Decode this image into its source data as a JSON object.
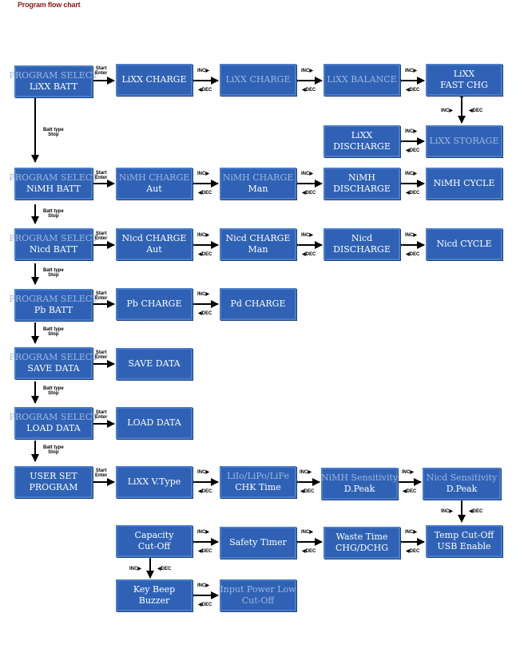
{
  "title": "Program flow chart",
  "labels": {
    "start": "Start",
    "enter": "Enter",
    "inc": "INC▶",
    "dec": "◀DEC",
    "batt_type": "Batt type",
    "stop": "Stop"
  },
  "boxes": {
    "lixx_select": {
      "l1": "PROGRAM SELECT",
      "l2": "LiXX BATT"
    },
    "lixx_charge": {
      "l1": "LiXX CHARGE"
    },
    "lixx_charge2": {
      "l1": "LiXX CHARGE"
    },
    "lixx_balance": {
      "l1": "LiXX BALANCE"
    },
    "lixx_fast": {
      "l1": "LiXX",
      "l2": "FAST CHG"
    },
    "lixx_discharge": {
      "l1": "LiXX",
      "l2": "DISCHARGE"
    },
    "lixx_storage": {
      "l1": "LiXX STORAGE"
    },
    "nimh_select": {
      "l1": "PROGRAM SELECT",
      "l2": "NiMH BATT"
    },
    "nimh_charge_aut": {
      "l1": "NiMH CHARGE",
      "l2": "Aut"
    },
    "nimh_charge_man": {
      "l1": "NiMH CHARGE",
      "l2": "Man"
    },
    "nimh_discharge": {
      "l1": "NiMH",
      "l2": "DISCHARGE"
    },
    "nimh_cycle": {
      "l1": "NiMH CYCLE"
    },
    "nicd_select": {
      "l1": "PROGRAM SELECT",
      "l2": "Nicd BATT"
    },
    "nicd_charge_aut": {
      "l1": "Nicd CHARGE",
      "l2": "Aut"
    },
    "nicd_charge_man": {
      "l1": "Nicd CHARGE",
      "l2": "Man"
    },
    "nicd_discharge": {
      "l1": "Nicd",
      "l2": "DISCHARGE"
    },
    "nicd_cycle": {
      "l1": "Nicd CYCLE"
    },
    "pb_select": {
      "l1": "PROGRAM SELECT",
      "l2": "Pb BATT"
    },
    "pb_charge": {
      "l1": "Pb CHARGE"
    },
    "pd_charge": {
      "l1": "Pd CHARGE"
    },
    "save_select": {
      "l1": "PROGRAM SELECT",
      "l2": "SAVE DATA"
    },
    "save_data": {
      "l1": "SAVE DATA"
    },
    "load_select": {
      "l1": "PROGRAM SELECT",
      "l2": "LOAD DATA"
    },
    "load_data": {
      "l1": "LOAD DATA"
    },
    "user_set": {
      "l1": "USER SET",
      "l2": "PROGRAM"
    },
    "lixx_vtype": {
      "l1": "LiXX V.Type"
    },
    "chk_time": {
      "l1": "LiIo/LiPo/LiFe",
      "l2": "CHK Time"
    },
    "nimh_sens": {
      "l1": "NiMH Sensitivity",
      "l2": "D.Peak"
    },
    "nicd_sens": {
      "l1": "Nicd Sensitivity",
      "l2": "D.Peak"
    },
    "capacity": {
      "l1": "Capacity",
      "l2": "Cut-Off"
    },
    "safety": {
      "l1": "Safety Timer"
    },
    "waste": {
      "l1": "Waste Time",
      "l2": "CHG/DCHG"
    },
    "temp": {
      "l1": "Temp Cut-Off",
      "l2": "USB Enable"
    },
    "key_beep": {
      "l1": "Key Beep",
      "l2": "Buzzer"
    },
    "input_power": {
      "l1": "Input Power Low",
      "l2": "Cut-Off"
    }
  }
}
